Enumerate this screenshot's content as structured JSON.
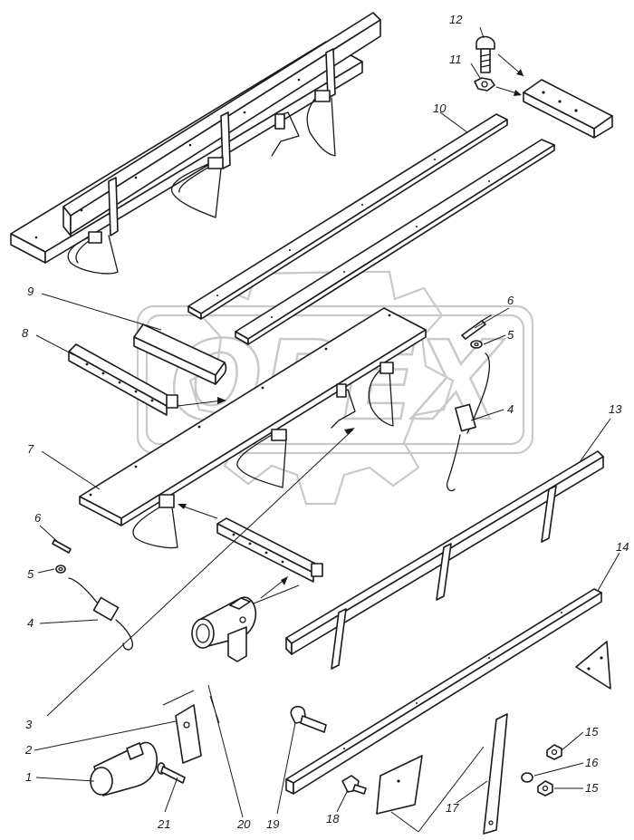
{
  "figure": {
    "watermark": {
      "text": "OPEX",
      "color": "#c9c9c9"
    },
    "line_color": "#1a1a1a",
    "background": "#ffffff",
    "callouts": {
      "c1": "1",
      "c2": "2",
      "c3": "3",
      "c4a": "4",
      "c4b": "4",
      "c5a": "5",
      "c5b": "5",
      "c6a": "6",
      "c6b": "6",
      "c7": "7",
      "c8": "8",
      "c9": "9",
      "c10": "10",
      "c11": "11",
      "c12": "12",
      "c13": "13",
      "c14": "14",
      "c15a": "15",
      "c15b": "15",
      "c16": "16",
      "c17": "17",
      "c18": "18",
      "c19": "19",
      "c20": "20",
      "c21": "21"
    }
  }
}
